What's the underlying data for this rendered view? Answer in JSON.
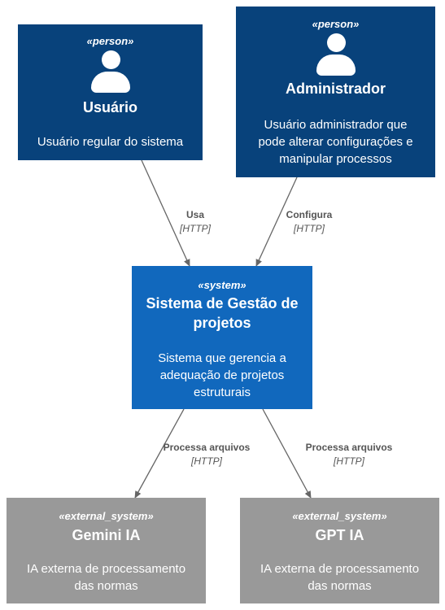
{
  "colors": {
    "person": "#08427b",
    "system": "#1168bd",
    "external": "#999999",
    "edge": "#666666",
    "edge_label": "#555555"
  },
  "nodes": {
    "usuario": {
      "stereotype": "«person»",
      "title": "Usuário",
      "description": "Usuário regular do sistema",
      "icon": "person-icon"
    },
    "administrador": {
      "stereotype": "«person»",
      "title": "Administrador",
      "description": [
        "Usuário administrador que",
        "pode alterar configurações e",
        "manipular processos"
      ],
      "icon": "person-icon"
    },
    "sistema": {
      "stereotype": "«system»",
      "title": [
        "Sistema de Gestão de",
        "projetos"
      ],
      "description": [
        "Sistema que gerencia a",
        "adequação de projetos",
        "estruturais"
      ]
    },
    "gemini": {
      "stereotype": "«external_system»",
      "title": "Gemini IA",
      "description": [
        "IA externa de processamento",
        "das normas"
      ]
    },
    "gpt": {
      "stereotype": "«external_system»",
      "title": "GPT IA",
      "description": [
        "IA externa de processamento",
        "das normas"
      ]
    }
  },
  "edges": {
    "usa": {
      "name": "Usa",
      "tech": "[HTTP]"
    },
    "configura": {
      "name": "Configura",
      "tech": "[HTTP]"
    },
    "processa_gemini": {
      "name": "Processa arquivos",
      "tech": "[HTTP]"
    },
    "processa_gpt": {
      "name": "Processa arquivos",
      "tech": "[HTTP]"
    }
  }
}
